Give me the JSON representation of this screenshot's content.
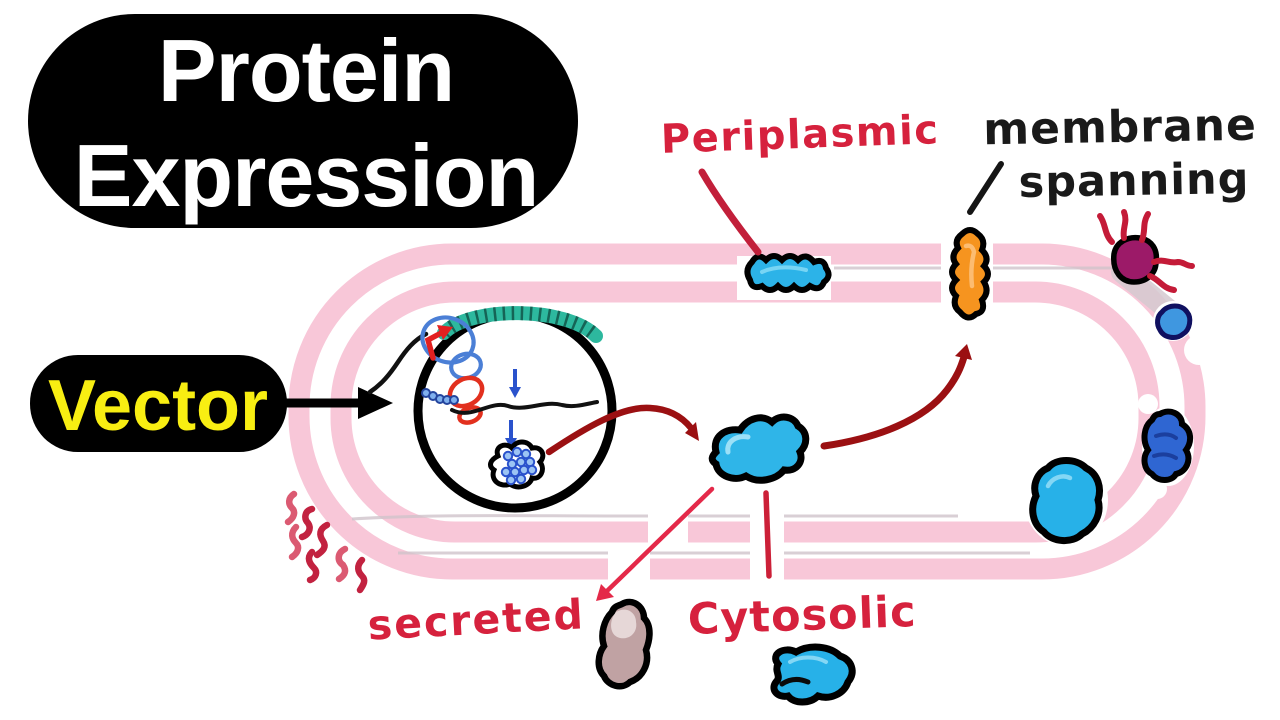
{
  "title": {
    "line1": "Protein",
    "line2": "Expression"
  },
  "vector": {
    "label": "Vector"
  },
  "labels": {
    "periplasmic": "Periplasmic",
    "membrane_spanning": {
      "line1": "membrane",
      "line2": "spanning"
    },
    "secreted": "secreted",
    "cytosolic": "Cytosolic"
  },
  "palette": {
    "membrane_pink": "#f8c7d8",
    "ink_black": "#000000",
    "label_red": "#d6213d",
    "arrow_dark_red": "#9b1012",
    "protein_cyan": "#29b1e6",
    "protein_royal_blue": "#2f66d2",
    "protein_orange": "#f6941f",
    "protein_magenta": "#9c1a68",
    "secreted_mauve": "#c0a2a3",
    "vector_yellow": "#f8ee12",
    "plasmid_teal": "#2db89e",
    "plasmid_blue": "#4b7fd6",
    "plasmid_red": "#e2301e"
  }
}
